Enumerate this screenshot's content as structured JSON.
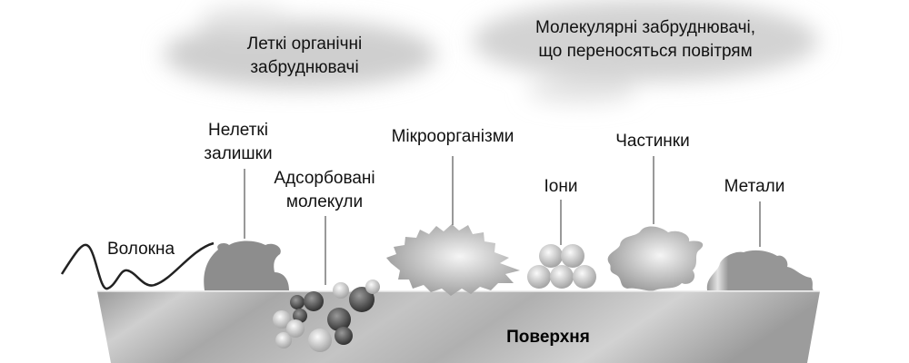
{
  "diagram": {
    "labels": {
      "volatile_organic": [
        "Леткі органічні",
        "забруднювачі"
      ],
      "airborne_molecular": [
        "Молекулярні забруднювачі,",
        "що переносяться повітрям"
      ],
      "nonvolatile_residues": [
        "Нелеткі",
        "залишки"
      ],
      "adsorbed_molecules": [
        "Адсорбовані",
        "молекули"
      ],
      "microorganisms": "Мікроорганізми",
      "ions": "Іони",
      "particles": "Частинки",
      "metals": "Метали",
      "fibers": "Волокна",
      "surface": "Поверхня"
    }
  }
}
